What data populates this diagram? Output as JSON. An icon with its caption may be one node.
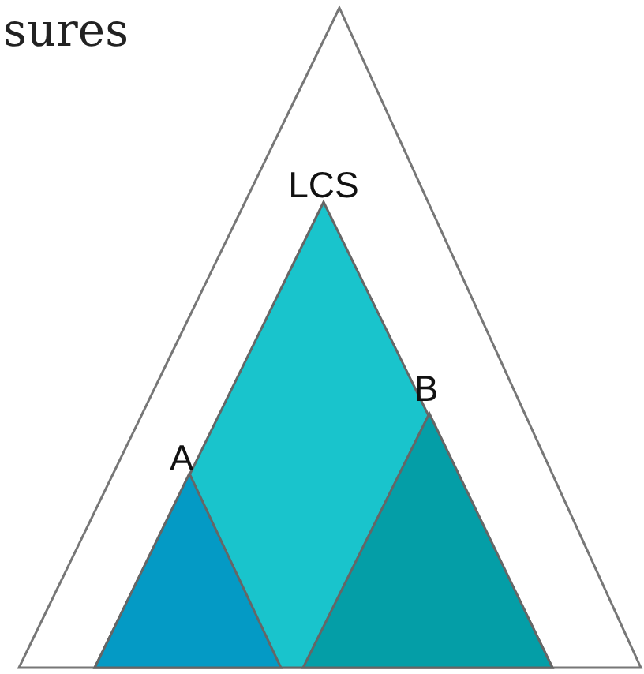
{
  "diagram": {
    "title": "sures",
    "nodes": [
      {
        "text": [],
        "shape": "triangle"
      },
      {
        "text": [
          "LCS"
        ],
        "in": 0
      },
      {
        "text": [
          "A"
        ],
        "in": 1
      },
      {
        "text": [
          "B"
        ],
        "in": 1
      }
    ]
  }
}
